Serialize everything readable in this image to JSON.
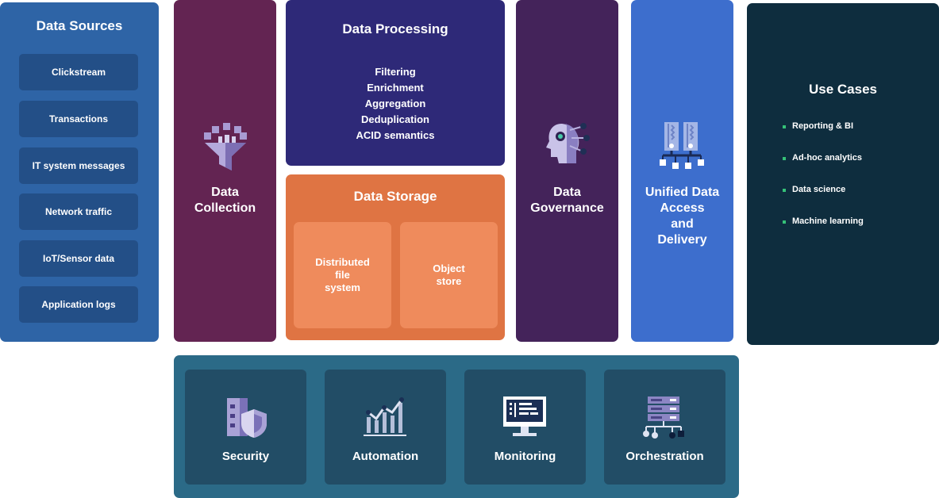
{
  "data_sources": {
    "title": "Data Sources",
    "items": [
      "Clickstream",
      "Transactions",
      "IT system messages",
      "Network traffic",
      "IoT/Sensor data",
      "Application logs"
    ]
  },
  "data_collection": {
    "line1": "Data",
    "line2": "Collection",
    "icon": "funnel-icon"
  },
  "data_processing": {
    "title": "Data Processing",
    "items": [
      "Filtering",
      "Enrichment",
      "Aggregation",
      "Deduplication",
      "ACID semantics"
    ]
  },
  "data_storage": {
    "title": "Data Storage",
    "distributed": [
      "Distributed",
      "file",
      "system"
    ],
    "object": [
      "Object",
      "store"
    ]
  },
  "data_governance": {
    "line1": "Data",
    "line2": "Governance",
    "icon": "ai-head-icon"
  },
  "data_access": {
    "lines": [
      "Unified Data",
      "Access",
      "and",
      "Delivery"
    ],
    "icon": "server-network-icon"
  },
  "use_cases": {
    "title": "Use Cases",
    "items": [
      "Reporting & BI",
      "Ad-hoc analytics",
      "Data science",
      "Machine learning"
    ]
  },
  "tools": [
    {
      "label": "Security",
      "icon": "security-shield-icon"
    },
    {
      "label": "Automation",
      "icon": "automation-chart-icon"
    },
    {
      "label": "Monitoring",
      "icon": "monitor-icon"
    },
    {
      "label": "Orchestration",
      "icon": "orchestration-network-icon"
    }
  ],
  "colors": {
    "sources": "#2e64a6",
    "collection": "#632452",
    "processing": "#2e2978",
    "storage": "#df7443",
    "governance": "#44235a",
    "access": "#3d6ecd",
    "use_cases": "#0e2d3e",
    "bottom": "#2b6a87",
    "bullet": "#35c178"
  }
}
